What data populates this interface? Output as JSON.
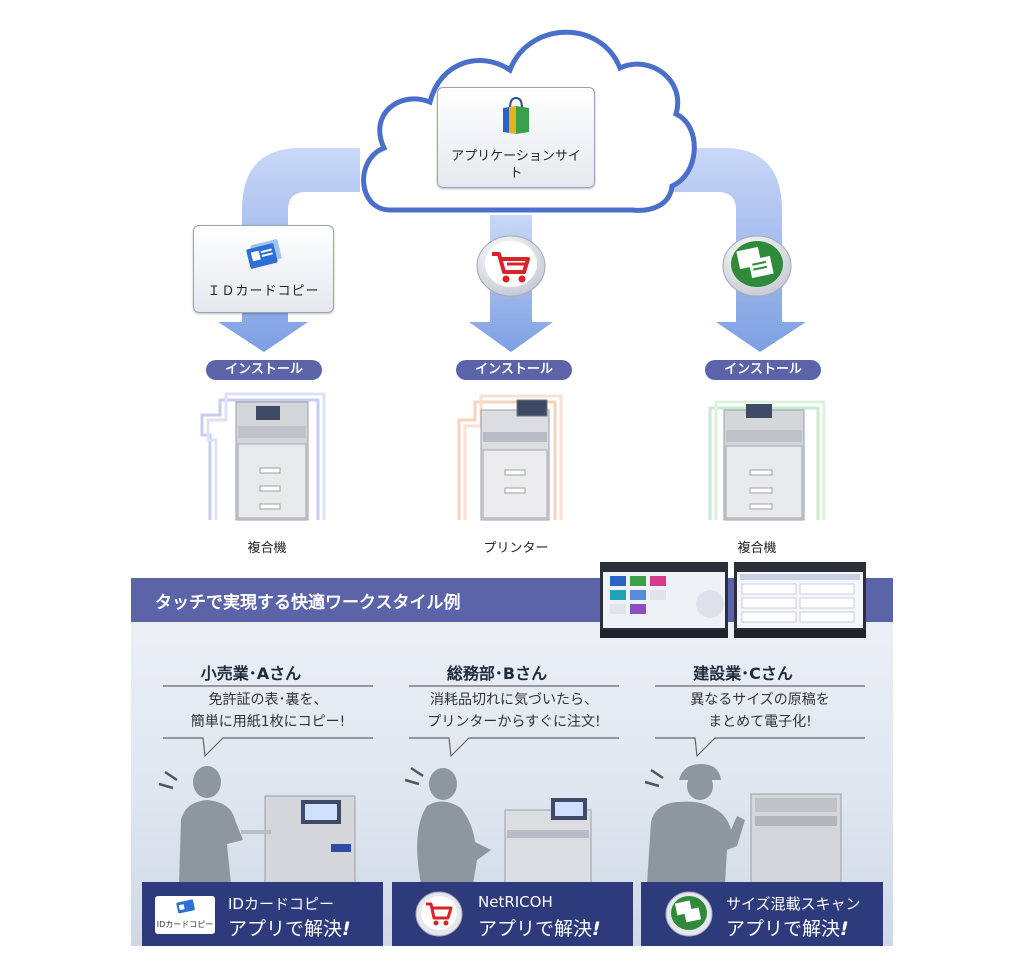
{
  "cloud": {
    "app_site_label_line1": "アプリケーションサイ",
    "app_site_label_line2": "ト"
  },
  "apps": {
    "id_card_copy": "ＩＤカードコピー"
  },
  "install_labels": [
    "インストール",
    "インストール",
    "インストール"
  ],
  "devices": [
    "複合機",
    "プリンター",
    "複合機"
  ],
  "banner": {
    "title": "タッチで実現する快適ワークスタイル例"
  },
  "cases": [
    {
      "title": "小売業･Aさん",
      "line1": "免許証の表･裏を、",
      "line2": "簡単に用紙1枚にコピー!",
      "app_line1": "IDカードコピー",
      "app_line2": "アプリで解決",
      "badge_text": "IDカードコピー"
    },
    {
      "title": "総務部･Bさん",
      "line1": "消耗品切れに気づいたら、",
      "line2": "プリンターからすぐに注文!",
      "app_line1": "NetRICOH",
      "app_line2": "アプリで解決"
    },
    {
      "title": "建設業･Cさん",
      "line1": "異なるサイズの原稿を",
      "line2": "まとめて電子化!",
      "app_line1": "サイズ混載スキャン",
      "app_line2": "アプリで解決"
    }
  ],
  "colors": {
    "accent": "#5b64a8",
    "cloud_outline": "#4a6ec9",
    "arrow": "#9bb5ea",
    "solve_bar": "#2d3a7c"
  }
}
